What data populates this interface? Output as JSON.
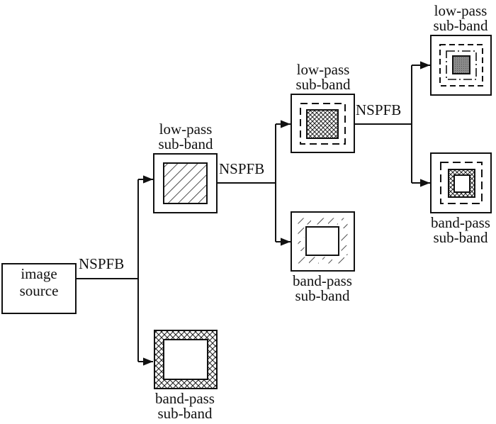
{
  "diagram": {
    "source": {
      "line1": "image",
      "line2": "source"
    },
    "filter_label": "NSPFB",
    "levels": [
      {
        "low": {
          "line1": "low-pass",
          "line2": "sub-band",
          "pattern": "diagonal-hatch"
        },
        "band": {
          "line1": "band-pass",
          "line2": "sub-band",
          "pattern": "crosshatch-ring"
        }
      },
      {
        "low": {
          "line1": "low-pass",
          "line2": "sub-band",
          "pattern": "crosshatch-with-dashed-frame"
        },
        "band": {
          "line1": "band-pass",
          "line2": "sub-band",
          "pattern": "dashed-diagonal-ring"
        }
      },
      {
        "low": {
          "line1": "low-pass",
          "line2": "sub-band",
          "pattern": "gray-core-with-dash-dot-frames"
        },
        "band": {
          "line1": "band-pass",
          "line2": "sub-band",
          "pattern": "crosshatch-ring-with-dashed-frame"
        }
      }
    ]
  }
}
